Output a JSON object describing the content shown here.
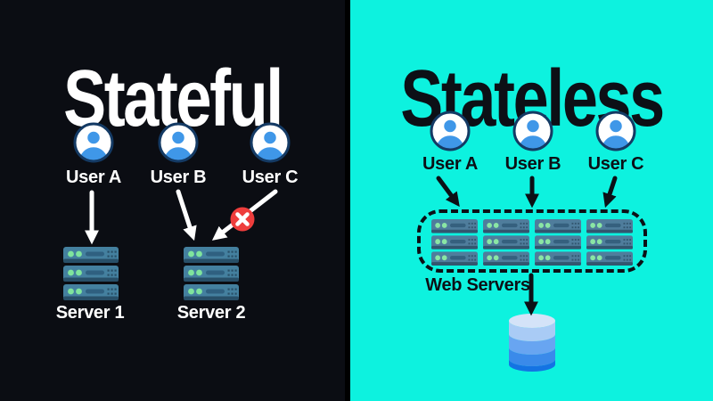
{
  "stateful": {
    "title": "Stateful",
    "users": [
      {
        "label": "User A"
      },
      {
        "label": "User B"
      },
      {
        "label": "User C"
      }
    ],
    "servers": [
      {
        "label": "Server 1"
      },
      {
        "label": "Server 2"
      }
    ],
    "blocked_icon": "x-circle-icon"
  },
  "stateless": {
    "title": "Stateless",
    "users": [
      {
        "label": "User A"
      },
      {
        "label": "User B"
      },
      {
        "label": "User C"
      }
    ],
    "cluster_label": "Web Servers",
    "cluster_server_count": 4,
    "database_icon": "database-icon"
  },
  "colors": {
    "left_background": "#0B0D13",
    "right_background": "#0DF2DF",
    "title_light": "#FFFFFF",
    "title_dark": "#0C1016",
    "user_blue": "#3F97E8",
    "user_ring_navy": "#143A64",
    "server_body_left": "#44809F",
    "server_body_right": "#4F7D9C",
    "server_led_green": "#7FE49D",
    "blocked_red": "#EE3D3C",
    "database_top_blue": "#D4E3F8",
    "database_bottom_blue": "#1473E3",
    "arrow_left": "#FFFFFF",
    "arrow_right": "#0C1016"
  }
}
